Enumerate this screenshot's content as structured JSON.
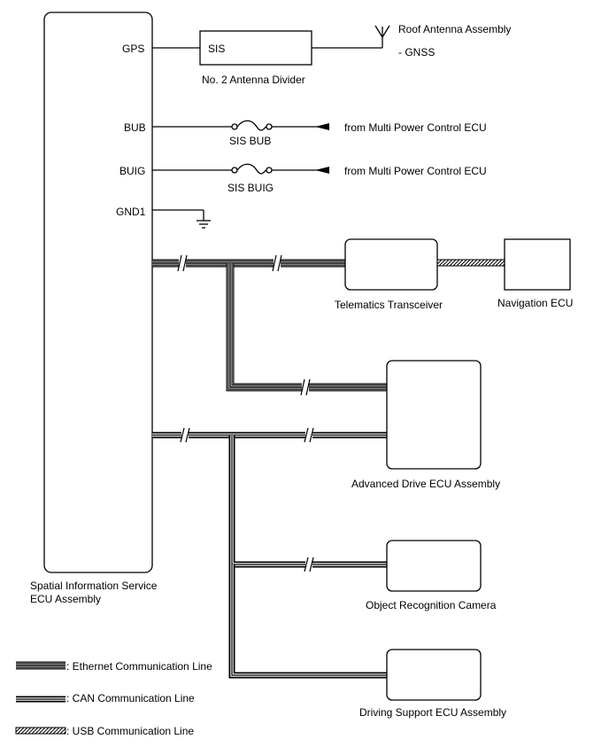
{
  "ecu": {
    "name_line1": "Spatial Information Service",
    "name_line2": "ECU Assembly",
    "pins": {
      "gps": "GPS",
      "bub": "BUB",
      "buig": "BUIG",
      "gnd1": "GND1"
    }
  },
  "antenna_divider": {
    "box_label": "SIS",
    "name": "No. 2 Antenna Divider"
  },
  "roof_antenna": {
    "name": "Roof Antenna Assembly",
    "sub": "- GNSS"
  },
  "fuses": {
    "bub": "SIS BUB",
    "buig": "SIS BUIG"
  },
  "power_sources": {
    "bub": "from Multi Power Control ECU",
    "buig": "from Multi Power Control ECU"
  },
  "devices": {
    "telematics": "Telematics Transceiver",
    "navigation": "Navigation ECU",
    "advanced_drive": "Advanced Drive ECU Assembly",
    "object_camera": "Object Recognition Camera",
    "driving_support": "Driving Support ECU Assembly"
  },
  "legend": {
    "ethernet": ": Ethernet Communication Line",
    "can": ": CAN Communication Line",
    "usb": ": USB Communication Line"
  }
}
